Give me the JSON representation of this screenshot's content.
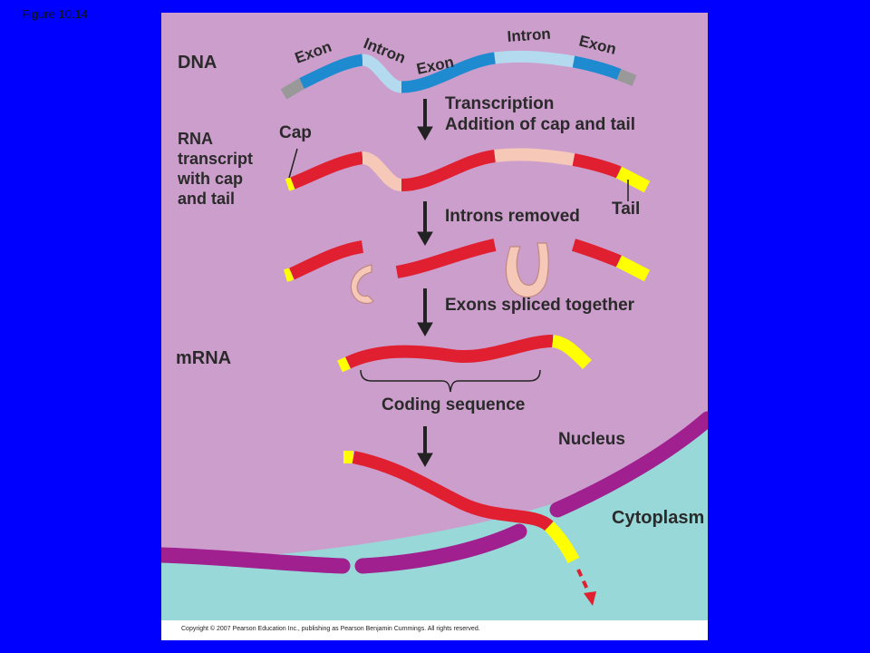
{
  "figure_number": "Figure 10.14",
  "labels": {
    "dna": "DNA",
    "rna_transcript": "RNA\ntranscript\nwith cap\nand tail",
    "mrna": "mRNA",
    "cap": "Cap",
    "tail": "Tail",
    "exon": "Exon",
    "intron": "Intron",
    "nucleus": "Nucleus",
    "cytoplasm": "Cytoplasm",
    "coding_sequence": "Coding sequence"
  },
  "steps": {
    "transcription": "Transcription",
    "addition": "Addition of cap and tail",
    "introns_removed": "Introns removed",
    "exons_spliced": "Exons spliced together"
  },
  "copyright": "Copyright © 2007 Pearson Education Inc., publishing as Pearson Benjamin Cummings. All rights reserved.",
  "colors": {
    "background": "#0000ff",
    "nucleus": "#cc9ecc",
    "cytoplasm": "#99d8d8",
    "membrane": "#a0208f",
    "dna_exon": "#1e8ad0",
    "dna_intron": "#b4daf0",
    "rna_exon": "#e02030",
    "rna_intron": "#f5c8b8",
    "cap_tail": "#ffff00",
    "arrow": "#222222"
  }
}
